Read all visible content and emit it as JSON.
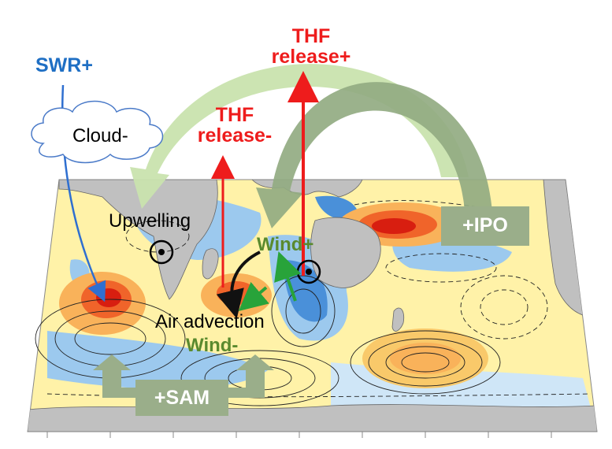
{
  "labels": {
    "swr": "SWR+",
    "cloud": "Cloud-",
    "thf_left_line1": "THF",
    "thf_left_line2": "release-",
    "thf_right_line1": "THF",
    "thf_right_line2": "release+",
    "upwelling": "Upwelling",
    "wind_plus": "Wind+",
    "air_advection": "Air advection",
    "wind_minus": "Wind-",
    "ipo": "+IPO",
    "sam": "+SAM"
  },
  "colors": {
    "thf": "#ee1c1c",
    "swr": "#1f6fc4",
    "wind": "#5a8a2e",
    "ipo_box": "#9aae8a",
    "sam_box": "#9aae8a",
    "arch_light": "#c9e3ae",
    "arch_dark": "#93ab82",
    "land": "#c0c0c0",
    "sst_warm": "#e63a14",
    "sst_yellow": "#fff2a8",
    "sst_cool": "#4a90d9"
  }
}
